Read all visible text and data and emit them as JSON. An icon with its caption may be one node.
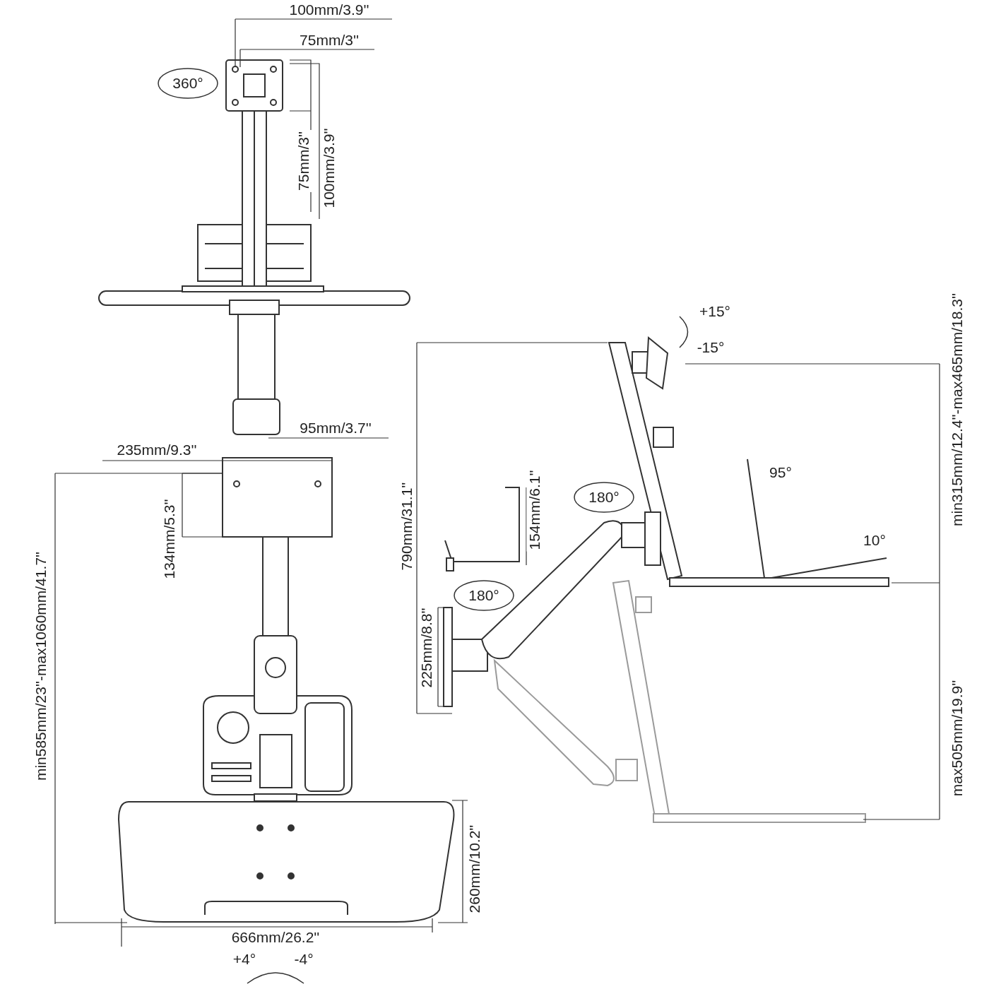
{
  "diagram": {
    "labels": [
      "100mm/3.9''",
      "75mm/3''",
      "360°",
      "75mm/3''",
      "100mm/3.9''",
      "+15°",
      "-15°",
      "min315mm/12.4''-max465mm/18.3''",
      "95mm/3.7''",
      "235mm/9.3''",
      "95°",
      "154mm/6.1''",
      "180°",
      "790mm/31.1''",
      "134mm/5.3''",
      "10°",
      "180°",
      "225mm/8.8''",
      "max505mm/19.9''",
      "min585mm/23''-max1060mm/41.7''",
      "260mm/10.2''",
      "666mm/26.2''",
      "+4°",
      "-4°"
    ]
  }
}
